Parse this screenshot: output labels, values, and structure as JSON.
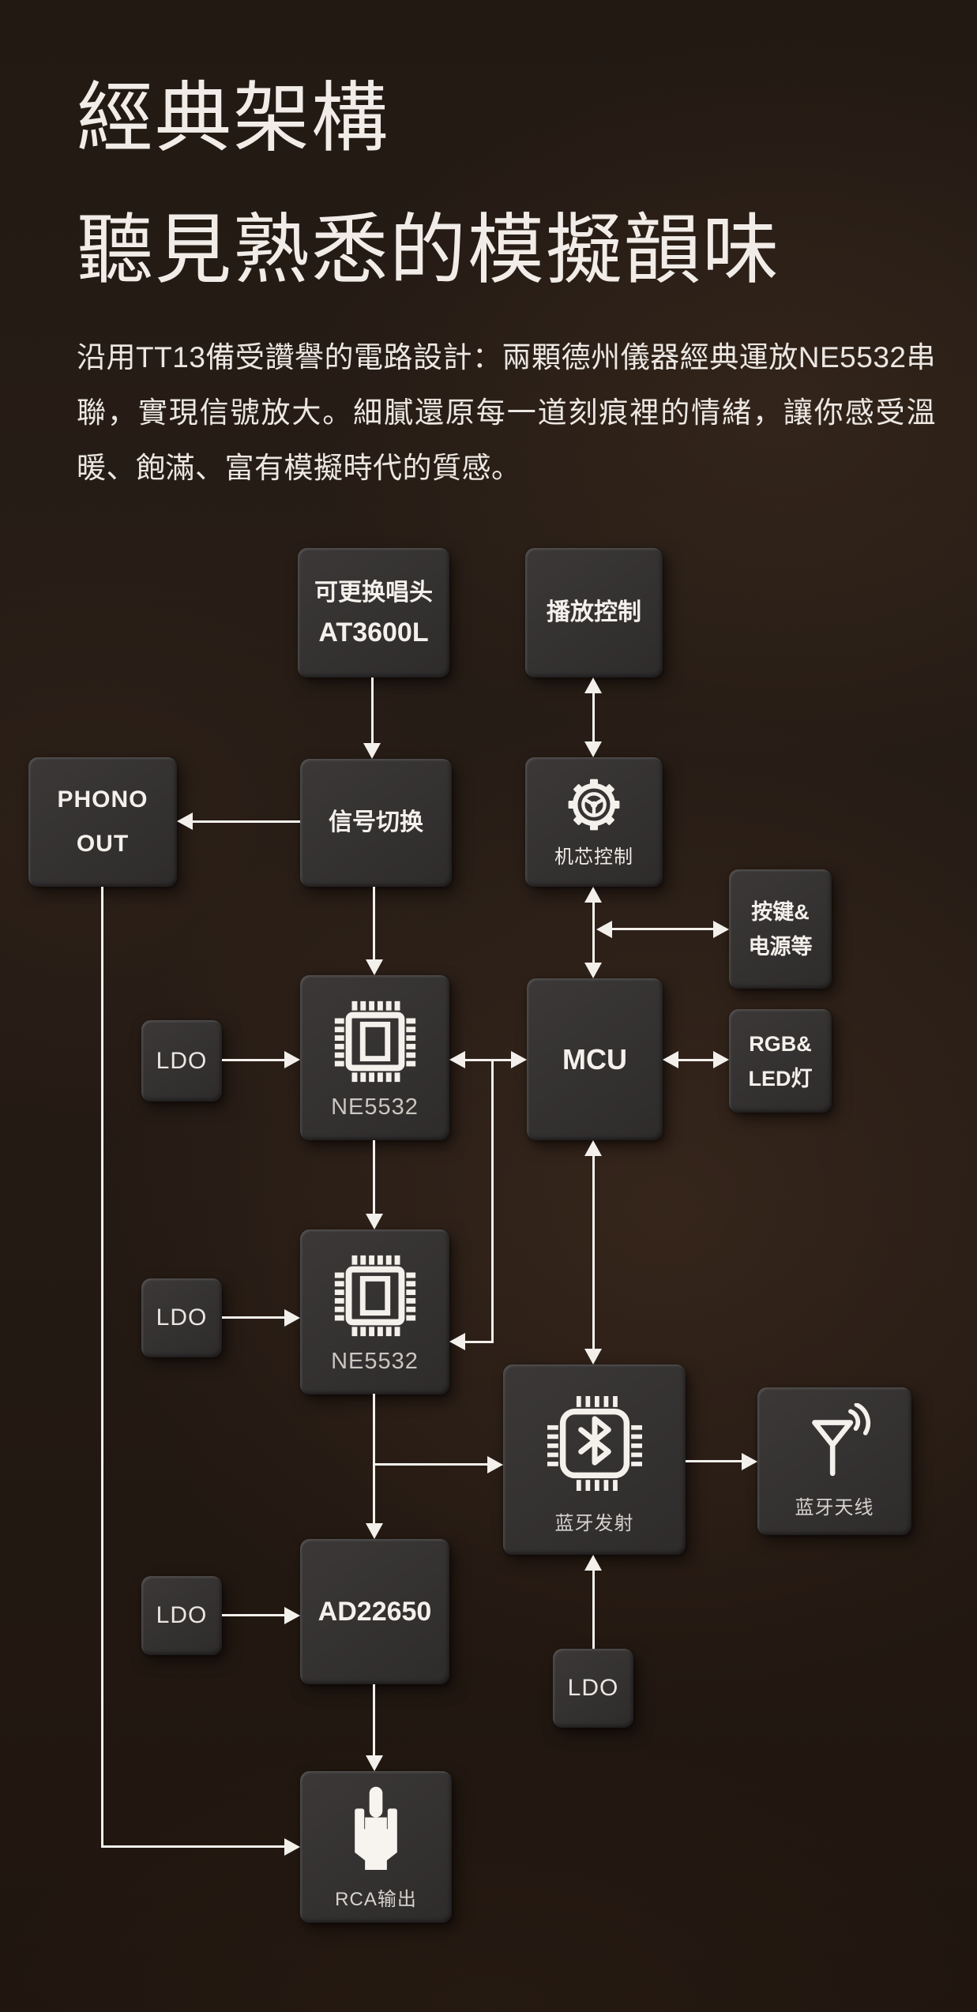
{
  "header": {
    "title_line1": "經典架構",
    "title_line2": "聽見熟悉的模擬韻味",
    "paragraph": "沿用TT13備受讚譽的電路設計：兩顆德州儀器經典運放NE5532串聯，實現信號放大。細膩還原每一道刻痕裡的情緒，讓你感受溫暖、飽滿、富有模擬時代的質感。"
  },
  "colors": {
    "background": "#241a14",
    "block": "#343131",
    "text_primary": "#f4f1ed",
    "text_secondary": "#d6d2ce",
    "connector": "#f3f0ec"
  },
  "blocks": {
    "tonearm": {
      "line1": "可更换唱头",
      "line2": "AT3600L"
    },
    "playback": {
      "label": "播放控制"
    },
    "phono_out": {
      "line1": "PHONO",
      "line2": "OUT"
    },
    "signal_switch": {
      "label": "信号切换"
    },
    "mech_control": {
      "label": "机芯控制",
      "icon": "gear-wheel-icon"
    },
    "keys_power": {
      "line1": "按键&",
      "line2": "电源等"
    },
    "ldo": {
      "label": "LDO"
    },
    "ne5532": {
      "label": "NE5532",
      "icon": "chip-icon"
    },
    "mcu": {
      "label": "MCU"
    },
    "rgb_led": {
      "line1": "RGB&",
      "line2": "LED灯"
    },
    "bt_tx": {
      "label": "蓝牙发射",
      "icon": "bluetooth-chip-icon"
    },
    "bt_ant": {
      "label": "蓝牙天线",
      "icon": "antenna-icon"
    },
    "ad22650": {
      "label": "AD22650"
    },
    "rca_out": {
      "label": "RCA输出",
      "icon": "rca-plug-icon"
    }
  },
  "diagram": {
    "nodes": [
      "可更换唱头 AT3600L",
      "播放控制",
      "PHONO OUT",
      "信号切换",
      "机芯控制",
      "按键&电源等",
      "LDO",
      "NE5532",
      "MCU",
      "RGB&LED灯",
      "LDO",
      "NE5532",
      "蓝牙发射",
      "蓝牙天线",
      "LDO",
      "AD22650",
      "LDO",
      "RCA输出"
    ],
    "edges": [
      {
        "from": "可更换唱头 AT3600L",
        "to": "信号切换",
        "type": "one-way"
      },
      {
        "from": "播放控制",
        "to": "机芯控制",
        "type": "two-way"
      },
      {
        "from": "信号切换",
        "to": "PHONO OUT",
        "type": "one-way"
      },
      {
        "from": "机芯控制",
        "to": "MCU",
        "type": "two-way"
      },
      {
        "from": "MCU",
        "to": "按键&电源等",
        "type": "two-way"
      },
      {
        "from": "信号切换",
        "to": "NE5532 (1)",
        "type": "one-way"
      },
      {
        "from": "LDO",
        "to": "NE5532 (1)",
        "type": "one-way"
      },
      {
        "from": "NE5532 (1)",
        "to": "MCU",
        "type": "two-way"
      },
      {
        "from": "MCU",
        "to": "RGB&LED灯",
        "type": "two-way"
      },
      {
        "from": "MCU",
        "to": "蓝牙发射",
        "type": "two-way"
      },
      {
        "from": "NE5532 (1)",
        "to": "NE5532 (2)",
        "type": "one-way"
      },
      {
        "from": "LDO",
        "to": "NE5532 (2)",
        "type": "one-way"
      },
      {
        "from": "MCU",
        "to": "NE5532 (2)",
        "type": "one-way"
      },
      {
        "from": "NE5532 (2)",
        "to": "AD22650",
        "type": "one-way"
      },
      {
        "from": "NE5532 (2)",
        "to": "蓝牙发射",
        "type": "one-way"
      },
      {
        "from": "蓝牙发射",
        "to": "蓝牙天线",
        "type": "one-way"
      },
      {
        "from": "LDO",
        "to": "AD22650",
        "type": "one-way"
      },
      {
        "from": "LDO",
        "to": "蓝牙发射",
        "type": "one-way"
      },
      {
        "from": "AD22650",
        "to": "RCA输出",
        "type": "one-way"
      },
      {
        "from": "PHONO OUT",
        "to": "RCA输出",
        "type": "one-way"
      }
    ]
  }
}
